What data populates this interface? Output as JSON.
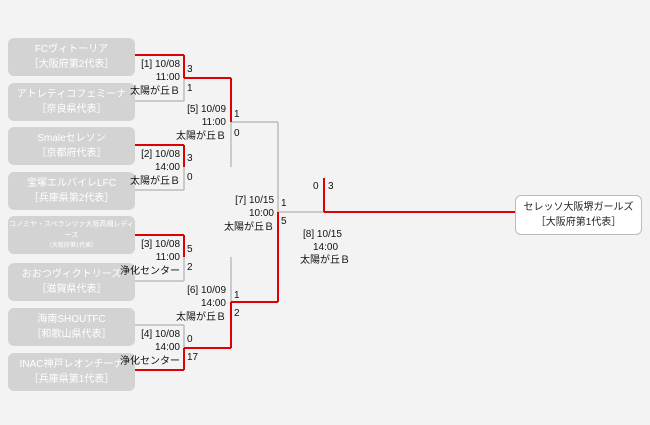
{
  "teams": [
    {
      "name": "FCヴィトーリア",
      "sub": "［大阪府第2代表］"
    },
    {
      "name": "アトレティコフェミーナ",
      "sub": "［奈良県代表］"
    },
    {
      "name": "Smaleセレソン",
      "sub": "［京都府代表］"
    },
    {
      "name": "宝塚エルバイレLFC",
      "sub": "［兵庫県第2代表］"
    },
    {
      "name": "コノミヤ・スペランツァ大阪高槻レディース",
      "sub": "（大阪府第1代表）"
    },
    {
      "name": "おおつヴィクトリーズ",
      "sub": "［滋賀県代表］"
    },
    {
      "name": "海南SHOUTFC",
      "sub": "［和歌山県代表］"
    },
    {
      "name": "INAC神戸レオンチーナ",
      "sub": "［兵庫県第1代表］"
    }
  ],
  "champion": {
    "name": "セレッソ大阪堺ガールズ",
    "sub": "［大阪府第1代表］"
  },
  "matches": {
    "m1": {
      "no": "[1] 10/08",
      "time": "11:00",
      "venue": "太陽が丘Ｂ",
      "score_top": "3",
      "score_bottom": "1"
    },
    "m2": {
      "no": "[2] 10/08",
      "time": "14:00",
      "venue": "太陽が丘Ｂ",
      "score_top": "3",
      "score_bottom": "0"
    },
    "m3": {
      "no": "[3] 10/08",
      "time": "11:00",
      "venue": "浄化センター",
      "score_top": "5",
      "score_bottom": "2"
    },
    "m4": {
      "no": "[4] 10/08",
      "time": "14:00",
      "venue": "浄化センター",
      "score_top": "0",
      "score_bottom": "17"
    },
    "m5": {
      "no": "[5] 10/09",
      "time": "11:00",
      "venue": "太陽が丘Ｂ",
      "score_top": "1",
      "score_bottom": "0"
    },
    "m6": {
      "no": "[6] 10/09",
      "time": "14:00",
      "venue": "太陽が丘Ｂ",
      "score_top": "1",
      "score_bottom": "2"
    },
    "m7": {
      "no": "[7] 10/15",
      "time": "10:00",
      "venue": "太陽が丘Ｂ",
      "score_top": "1",
      "score_bottom": "5"
    },
    "m8": {
      "no": "[8] 10/15",
      "time": "14:00",
      "venue": "太陽が丘Ｂ",
      "score_left": "0",
      "score_right": "3"
    }
  },
  "colors": {
    "win": "#e00000",
    "lose": "#bdbdbd"
  }
}
